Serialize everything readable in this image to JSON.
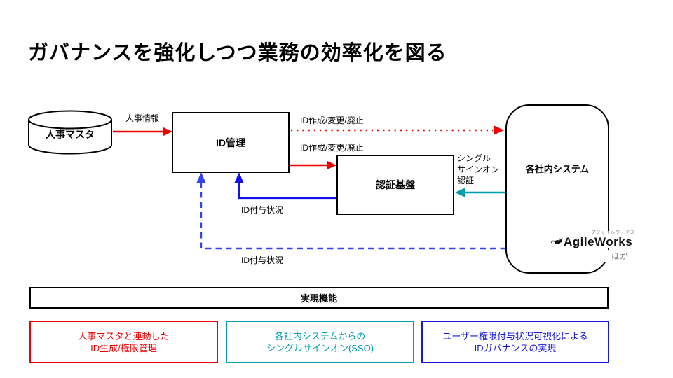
{
  "title": "ガバナンスを強化しつつ業務の効率化を図る",
  "diagram": {
    "nodes": {
      "hr_master": "人事マスタ",
      "id_management": "ID管理",
      "auth_platform": "認証基盤",
      "internal_systems": "各社内システム"
    },
    "edge_labels": {
      "hr_info": "人事情報",
      "id_ops_top": "ID作成/変更/廃止",
      "id_ops_mid": "ID作成/変更/廃止",
      "sso_auth": "シングル\nサインオン\n認証",
      "id_status_from_auth": "ID付与状況",
      "id_status_from_systems": "ID付与状況"
    },
    "logo": {
      "brand": "AgileWorks",
      "brand_ruby": "アジャイルワークス",
      "suffix": "ほか"
    }
  },
  "functions": {
    "header": "実現機能",
    "items": [
      {
        "text": "人事マスタと連動した\nID生成/権限管理",
        "color": "#ee0000"
      },
      {
        "text": "各社内システムからの\nシングルサインオン(SSO)",
        "color": "#009fae"
      },
      {
        "text": "ユーザー権限付与状況可視化による\nIDガバナンスの実現",
        "color": "#1919dd"
      }
    ]
  },
  "colors": {
    "arrow_red": "#ee0000",
    "arrow_blue_solid": "#1111ee",
    "arrow_blue_dashed": "#3344ee",
    "arrow_teal": "#00a0aa",
    "box_border": "#000000"
  }
}
